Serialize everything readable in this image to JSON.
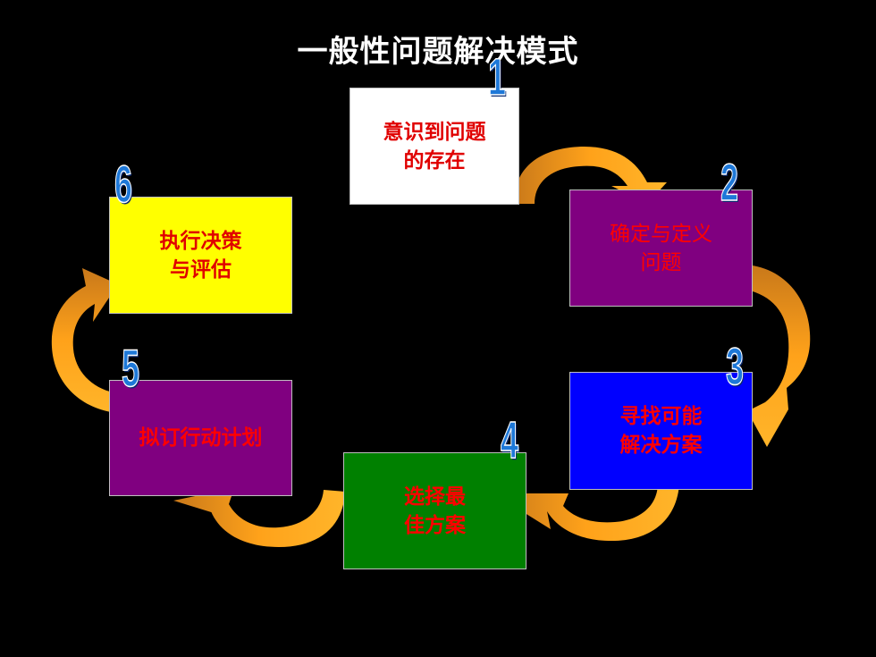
{
  "title": "一般性问题解决模式",
  "steps": [
    {
      "number": "1",
      "label": "意识到问题\n的存在",
      "bg": "#ffffff",
      "color": "#e00000"
    },
    {
      "number": "2",
      "label": "确定与定义\n问题",
      "bg": "#800080",
      "color": "#ff0000"
    },
    {
      "number": "3",
      "label": "寻找可能\n解决方案",
      "bg": "#0000ff",
      "color": "#ff0000"
    },
    {
      "number": "4",
      "label": "选择最\n佳方案",
      "bg": "#008000",
      "color": "#ff0000"
    },
    {
      "number": "5",
      "label": "拟订行动计划",
      "bg": "#800080",
      "color": "#ff0000"
    },
    {
      "number": "6",
      "label": "执行决策\n与评估",
      "bg": "#ffff00",
      "color": "#e00000"
    }
  ],
  "colors": {
    "background": "#000000",
    "arrow_light": "#ffa500",
    "arrow_dark": "#c8781a",
    "number_fill": "#1e78d8"
  }
}
